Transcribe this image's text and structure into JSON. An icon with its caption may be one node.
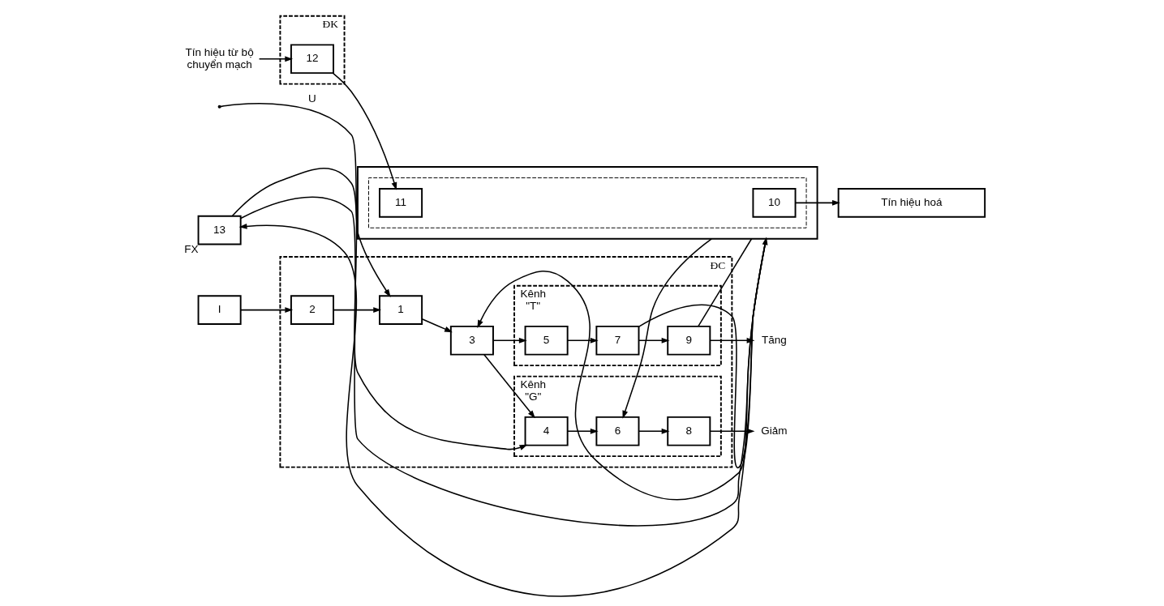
{
  "diagram": {
    "nodes": [
      {
        "text": [
          "I"
        ]
      },
      {
        "text": [
          "ĐC"
        ]
      },
      {
        "text": [
          "Kênh",
          "\"G\""
        ],
        "in": 1
      },
      {
        "text": [
          "2"
        ],
        "in": 1
      },
      {
        "text": [
          "4"
        ],
        "in": 2
      },
      {
        "text": [
          "6"
        ],
        "in": 2
      },
      {
        "text": [
          "8"
        ],
        "in": 2
      },
      {
        "text": [
          "Giảm"
        ]
      },
      {
        "text": [
          "1"
        ],
        "in": 1
      },
      {
        "text": [
          "3"
        ],
        "in": 1
      },
      {
        "text": [
          "Kênh",
          "\"T\""
        ],
        "in": 1
      },
      {
        "text": [
          "5"
        ],
        "in": 10
      },
      {
        "text": [
          "7"
        ],
        "in": 10
      },
      {
        "text": [
          "9"
        ],
        "in": 10
      },
      {
        "text": [
          "Tăng"
        ]
      },
      {
        "text": [
          "13"
        ],
        "beside": [
          "FX"
        ]
      },
      {
        "text": [
          "ĐK"
        ]
      },
      {
        "text": [],
        "shape": "box"
      },
      {
        "text": [],
        "shape": "box",
        "in": 17
      },
      {
        "text": [
          "10"
        ],
        "in": 18
      },
      {
        "text": [
          "11"
        ],
        "in": 18
      },
      {
        "text": [
          "Tín hiệu hoá"
        ]
      },
      {
        "text": [
          "12"
        ],
        "in": 16
      },
      {
        "text": [
          "Tín hiệu từ bộ chuyển mạch"
        ]
      }
    ],
    "edges": [
      {
        "from": 0,
        "to": 3,
        "arrow": "to"
      },
      {
        "from": 3,
        "to": 8,
        "arrow": "to"
      },
      {
        "from": null,
        "to": 8,
        "arrow": "to",
        "label": "U"
      },
      {
        "from": 8,
        "to": 9,
        "arrow": "to"
      },
      {
        "from": 9,
        "to": 4,
        "arrow": "to"
      },
      {
        "from": 9,
        "to": 11,
        "arrow": "to"
      },
      {
        "from": 4,
        "to": 5,
        "arrow": "to"
      },
      {
        "from": 5,
        "to": 6,
        "arrow": "to"
      },
      {
        "from": 6,
        "to": 7,
        "arrow": "to"
      },
      {
        "from": 11,
        "to": 12,
        "arrow": "to"
      },
      {
        "from": 12,
        "to": 13,
        "arrow": "to"
      },
      {
        "from": 13,
        "to": 14,
        "arrow": "to"
      },
      {
        "from": 17,
        "to": 5,
        "arrow": "to"
      },
      {
        "from": 17,
        "to": 12,
        "arrow": "none"
      },
      {
        "from": 13,
        "to": 17,
        "arrow": "none"
      },
      {
        "from": 15,
        "to": 4,
        "arrow": "to"
      },
      {
        "from": 15,
        "to": 17,
        "arrow": "to"
      },
      {
        "from": 17,
        "to": 9,
        "arrow": "to"
      },
      {
        "from": 17,
        "to": 15,
        "arrow": "to"
      },
      {
        "from": 19,
        "to": 21,
        "arrow": "to"
      },
      {
        "from": 22,
        "to": 20,
        "arrow": "to"
      },
      {
        "from": 23,
        "to": 22,
        "arrow": "to"
      }
    ]
  }
}
